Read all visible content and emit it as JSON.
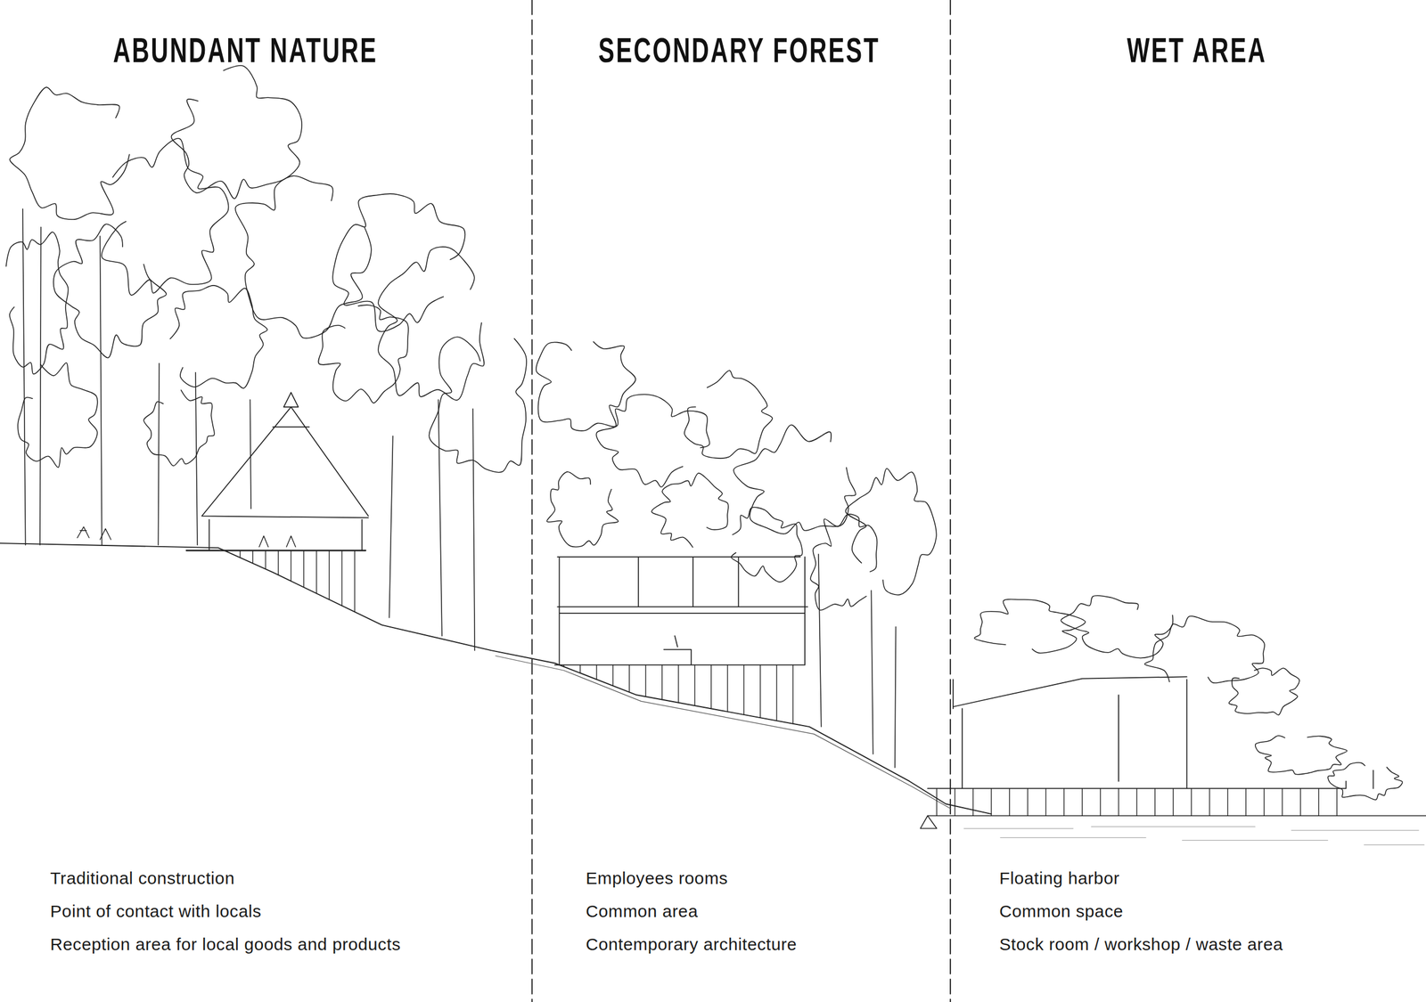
{
  "diagram": {
    "nodes": [
      {
        "text": [
          "ABUNDANT NATURE",
          "Traditional construction",
          "Point of contact with locals",
          "Reception area for local goods and products"
        ]
      },
      {
        "text": [
          "SECONDARY FOREST",
          "Employees rooms",
          "Common area",
          "Contemporary architecture"
        ]
      },
      {
        "text": [
          "WET AREA",
          "Floating harbor",
          "Common space",
          "Stock room / workshop / waste area"
        ]
      }
    ]
  }
}
